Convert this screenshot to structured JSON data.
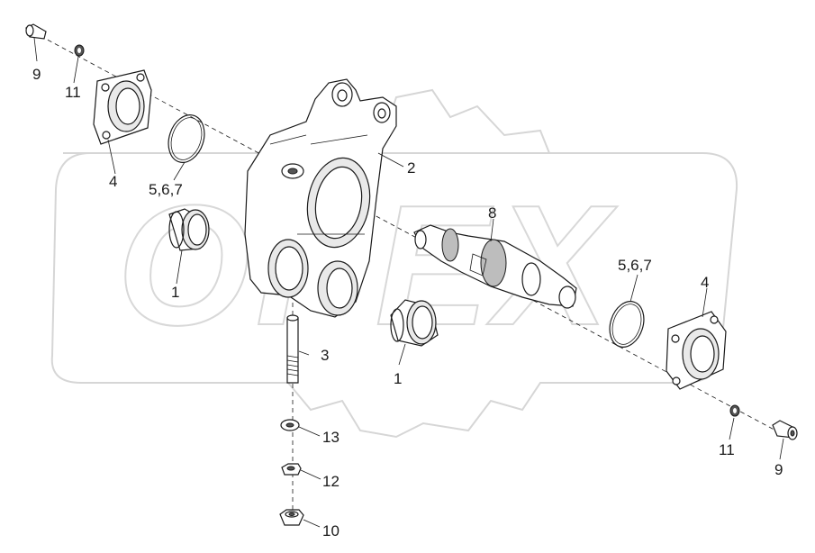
{
  "callouts": {
    "bearing_left": "1",
    "bearing_center": "1",
    "housing": "2",
    "pin": "3",
    "flange_left": "4",
    "flange_right": "4",
    "seal_left": "5,6,7",
    "seal_right": "5,6,7",
    "shaft": "8",
    "bolt_left": "9",
    "bolt_right": "9",
    "nut": "10",
    "washer_left": "11",
    "washer_right": "11",
    "lock_nut": "12",
    "flat_washer": "13"
  },
  "watermark": {
    "text": "OPEX"
  },
  "colors": {
    "line": "#1a1a1a",
    "watermark": "#d6d6d6",
    "background": "#ffffff"
  }
}
